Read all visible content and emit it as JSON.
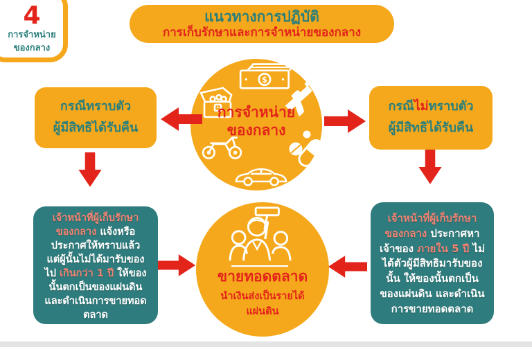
{
  "colors": {
    "orange": "#F5A81C",
    "teal_box": "#2E7C7D",
    "teal_text": "#2A7F7B",
    "red": "#E3241B",
    "salmon_highlight": "#F08373",
    "bottom_strip": "#E4E4E4"
  },
  "badge": {
    "number": "4",
    "lines": [
      "การจำหน่าย",
      "ของกลาง"
    ]
  },
  "header": {
    "title": "แนวทางการปฏิบัติ",
    "subtitle": "การเก็บรักษาและการจำหน่ายของกลาง"
  },
  "center_circle": {
    "label_line1": "การจำหน่าย",
    "label_line2": "ของกลาง",
    "icons": [
      "banknote-icon",
      "revolver-gun-icon",
      "treasure-chest-icon",
      "motorcycle-icon",
      "pills-icon",
      "car-icon"
    ]
  },
  "known_box": {
    "line1": "กรณีทราบตัว",
    "line2": "ผู้มีสิทธิได้รับคืน"
  },
  "unknown_box": {
    "segments": [
      {
        "t": "กรณี"
      },
      {
        "t": "ไม่",
        "c": "red"
      },
      {
        "t": "ทราบตัว",
        "br": true
      },
      {
        "t": "ผู้มีสิทธิได้รับคืน"
      }
    ]
  },
  "known_detail": {
    "segments": [
      {
        "t": "เจ้าหน้าที่ผู้เก็บรักษา",
        "c": "hl",
        "br": true
      },
      {
        "t": "ของกลาง",
        "c": "hl"
      },
      {
        "t": " แจ้งหรือ",
        "br": true
      },
      {
        "t": "ประกาศให้ทราบแล้ว",
        "br": true
      },
      {
        "t": "แต่ผู้นั้นไม่ได้มารับของ",
        "br": true
      },
      {
        "t": "ไป "
      },
      {
        "t": "เกินกว่า 1 ปี",
        "c": "hl"
      },
      {
        "t": " ให้ของ",
        "br": true
      },
      {
        "t": "นั้นตกเป็นของแผ่นดิน",
        "br": true
      },
      {
        "t": "และดำเนินการขายทอด",
        "br": true
      },
      {
        "t": "ตลาด"
      }
    ]
  },
  "unknown_detail": {
    "segments": [
      {
        "t": "เจ้าหน้าที่ผู้เก็บรักษา",
        "c": "hl",
        "br": true
      },
      {
        "t": "ของกลาง",
        "c": "hl"
      },
      {
        "t": " ประกาศหา",
        "br": true
      },
      {
        "t": "เจ้าของ "
      },
      {
        "t": "ภายใน 5 ปี",
        "c": "hl"
      },
      {
        "t": " ไม่",
        "br": true
      },
      {
        "t": "ได้ตัวผู้มีสิทธิมารับของ",
        "br": true
      },
      {
        "t": "นั้น ให้ของนั้นตกเป็น",
        "br": true
      },
      {
        "t": "ของแผ่นดิน และดำเนิน",
        "br": true
      },
      {
        "t": "การขายทอดตลาด"
      }
    ]
  },
  "auction_circle": {
    "title": "ขายทอดตลาด",
    "subtitle_line1": "นำเงินส่งเป็นรายได้",
    "subtitle_line2": "แผ่นดิน",
    "icon": "auction-people-icon"
  }
}
